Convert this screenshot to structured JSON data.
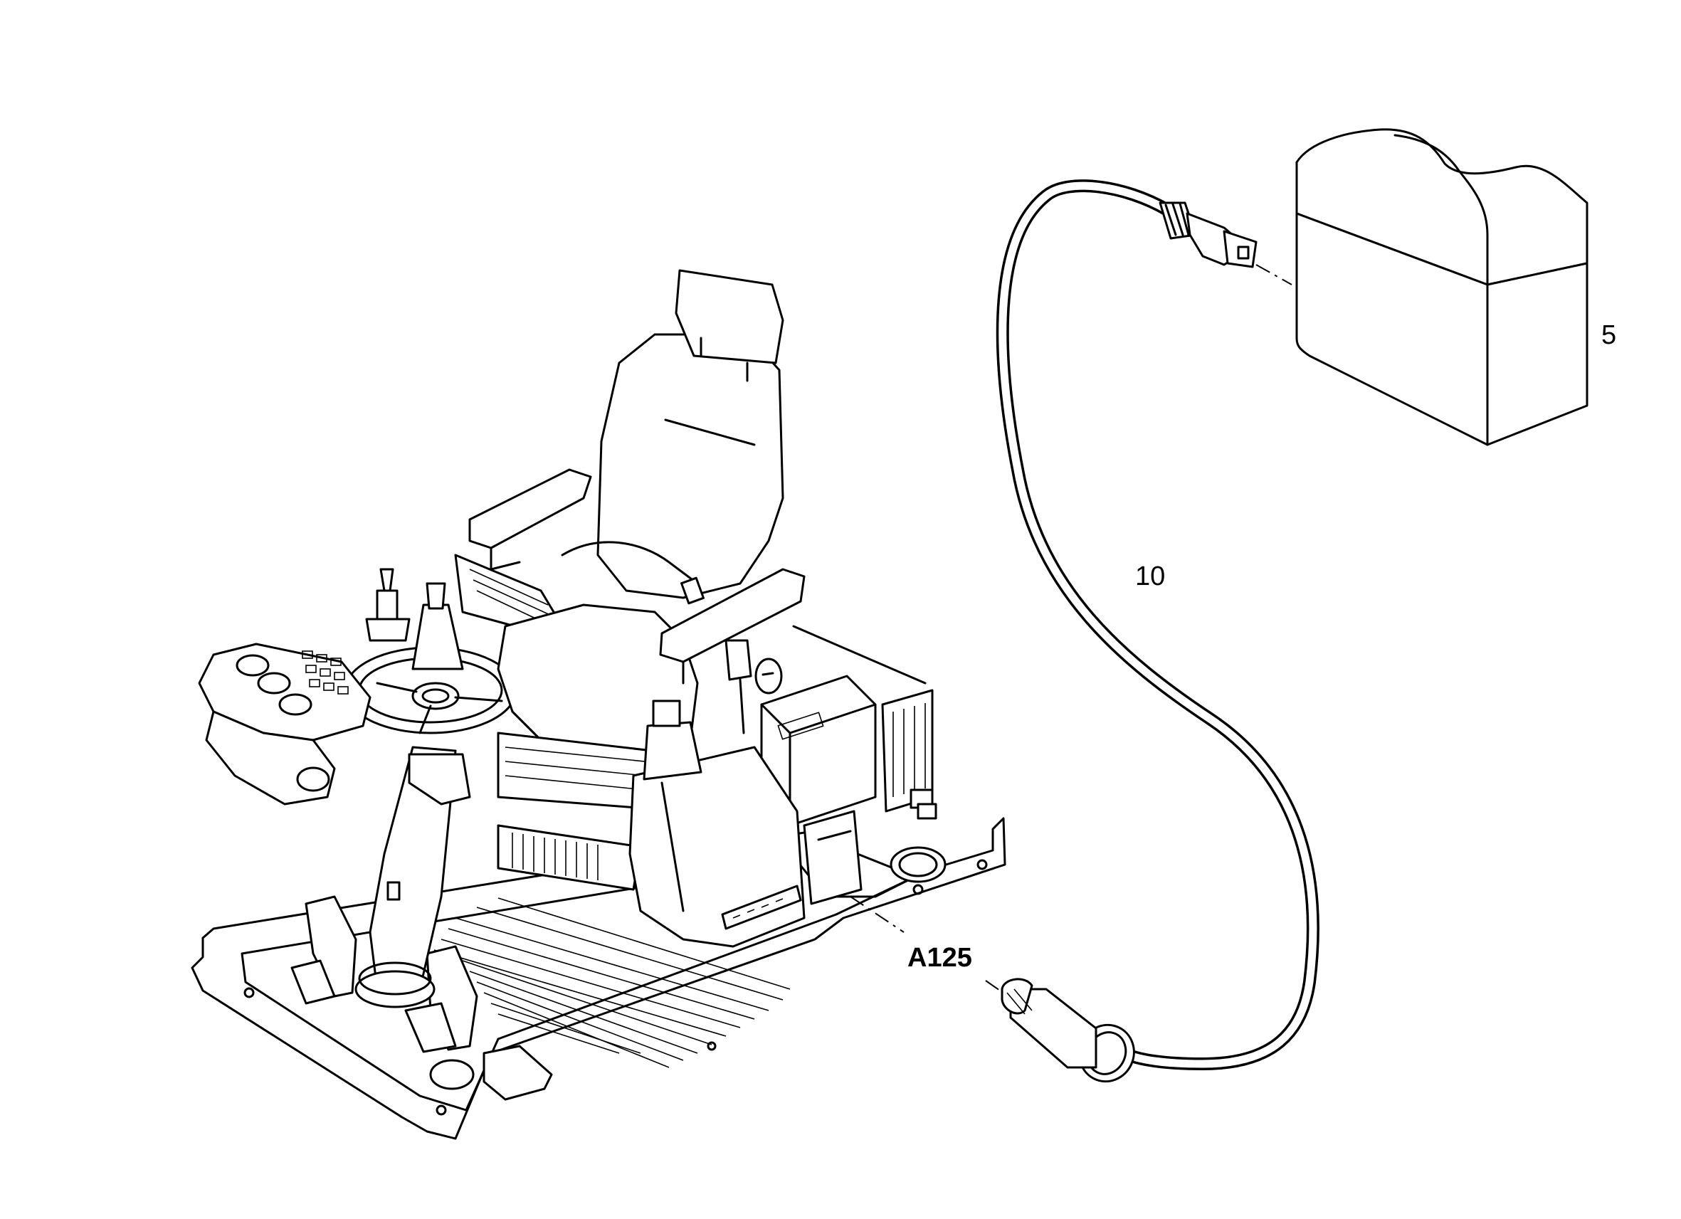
{
  "callouts": {
    "battery": "5",
    "cable": "10",
    "socket": "A125"
  },
  "colors": {
    "line": "#000000",
    "background": "#ffffff"
  },
  "icons": {
    "cab": "operator-cab-assembly-icon",
    "battery": "battery-pack-icon",
    "cable": "charging-cable-icon",
    "socket": "power-socket-icon"
  }
}
